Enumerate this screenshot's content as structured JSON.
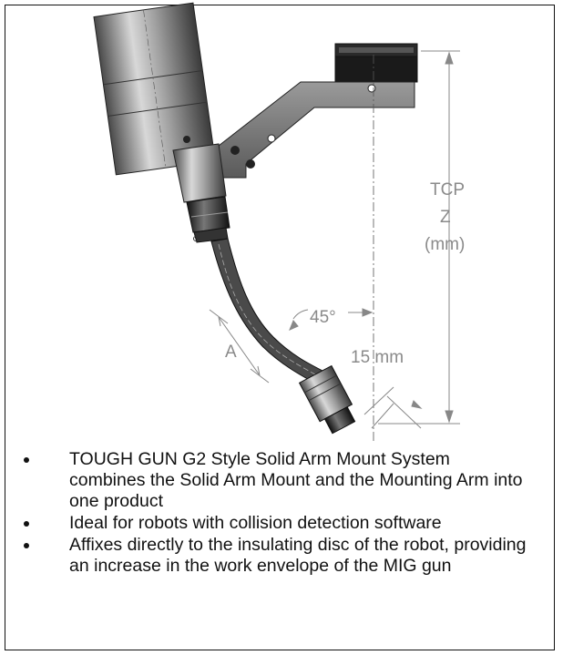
{
  "figure": {
    "labels": {
      "tcp_line1": "TCP",
      "tcp_line2": "Z",
      "tcp_line3": "(mm)",
      "angle": "45°",
      "dim_a": "A",
      "dim_15": "15 mm"
    }
  },
  "bullets": [
    "TOUGH GUN G2 Style Solid Arm Mount System combines the Solid Arm Mount and the Mounting Arm into one product",
    "Ideal for robots with collision detection software",
    "Affixes directly to the insulating disc of the robot, providing an increase in the work envelope of the MIG gun"
  ],
  "colors": {
    "metal_dark": "#2a2a2a",
    "metal_mid": "#7a7a7a",
    "metal_light": "#c8c8c8",
    "dimension_text": "#8a8a8a"
  }
}
